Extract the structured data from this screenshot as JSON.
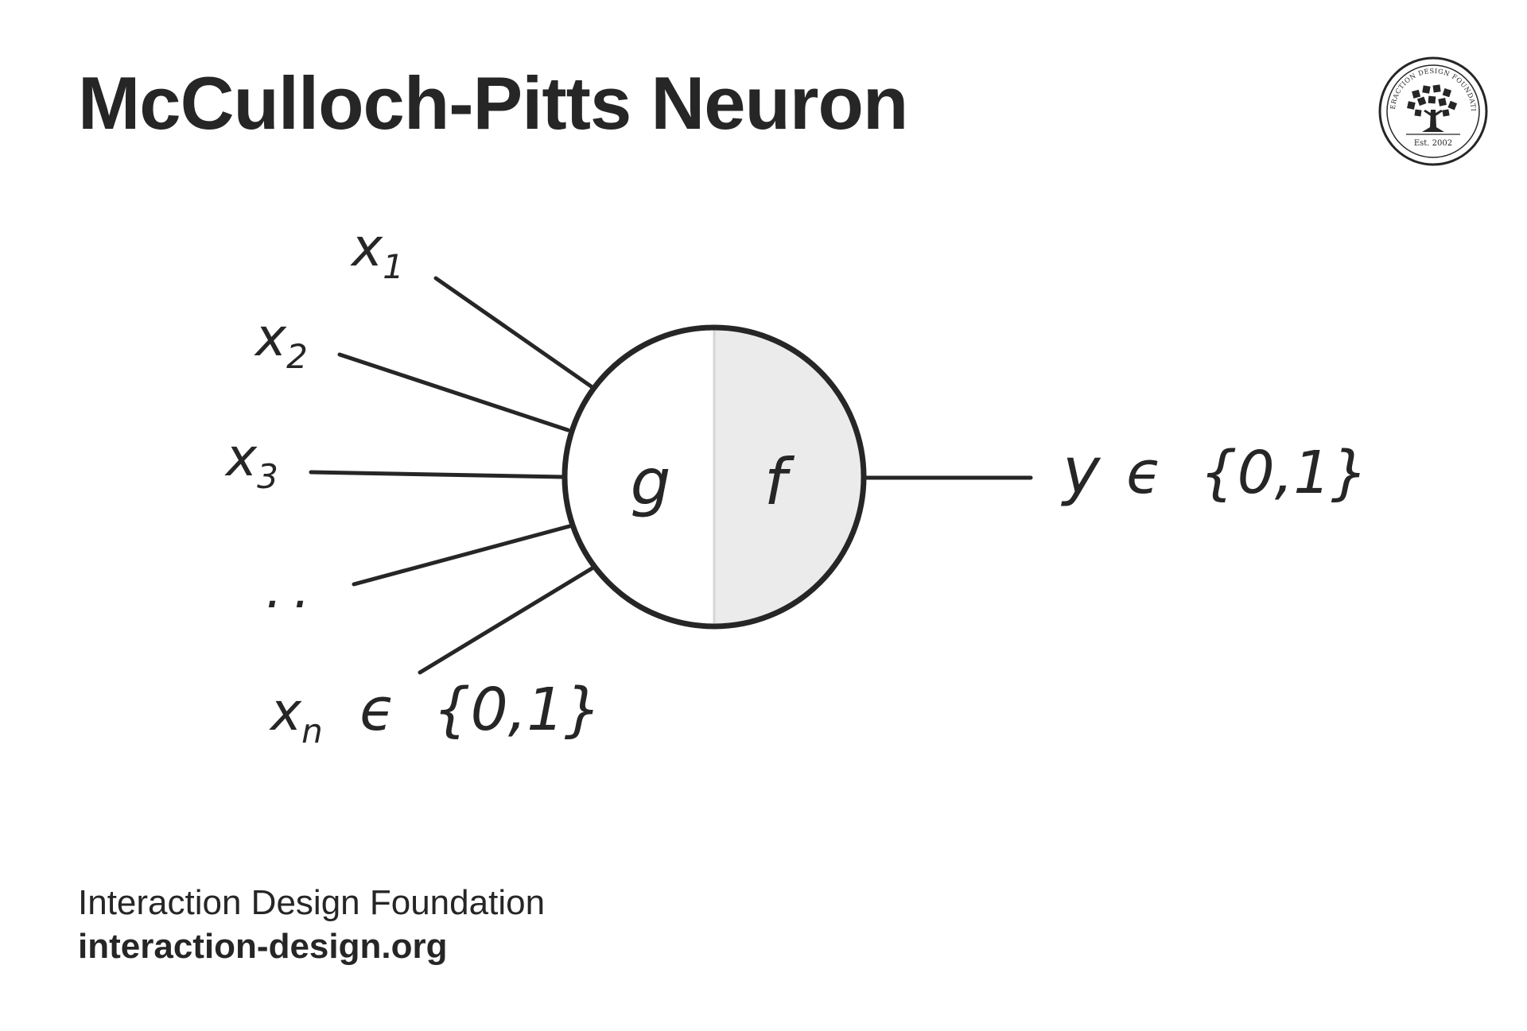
{
  "title": "McCulloch-Pitts Neuron",
  "diagram": {
    "inputs": [
      {
        "var": "x",
        "sub": "1"
      },
      {
        "var": "x",
        "sub": "2"
      },
      {
        "var": "x",
        "sub": "3"
      },
      {
        "var": "..",
        "sub": ""
      },
      {
        "var": "x",
        "sub": "n",
        "domain": "ϵ  {0,1}"
      }
    ],
    "aggregation": "g",
    "activation": "f",
    "output": {
      "var": "y",
      "domain": "ϵ  {0,1}"
    }
  },
  "footer": {
    "organization": "Interaction Design Foundation",
    "website": "interaction-design.org"
  },
  "logo": {
    "ring_text": "INTERACTION DESIGN FOUNDATION",
    "established": "Est. 2002"
  },
  "colors": {
    "ink": "#262626",
    "fill_shaded": "#ebebeb",
    "background": "#ffffff"
  }
}
